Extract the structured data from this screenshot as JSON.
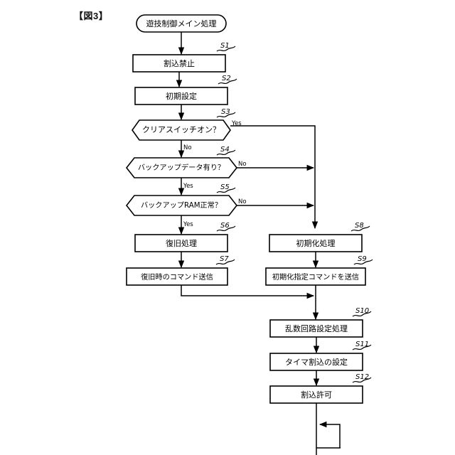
{
  "figure": {
    "title": "【図3】"
  },
  "diagram": {
    "type": "flowchart",
    "orientation": "top-to-bottom",
    "nodes": [
      {
        "id": "start",
        "shape": "terminator",
        "label": "遊技制御メイン処理",
        "step": ""
      },
      {
        "id": "s1",
        "shape": "process",
        "label": "割込禁止",
        "step": "S1"
      },
      {
        "id": "s2",
        "shape": "process",
        "label": "初期設定",
        "step": "S2"
      },
      {
        "id": "s3",
        "shape": "decision",
        "label": "クリアスイッチオン？",
        "step": "S3"
      },
      {
        "id": "s4",
        "shape": "decision",
        "label": "バックアップデータ有り？",
        "step": "S4"
      },
      {
        "id": "s5",
        "shape": "decision",
        "label": "バックアップRAM正常？",
        "step": "S5"
      },
      {
        "id": "s6",
        "shape": "process",
        "label": "復旧処理",
        "step": "S6"
      },
      {
        "id": "s7",
        "shape": "process",
        "label": "復旧時のコマンド送信",
        "step": "S7"
      },
      {
        "id": "s8",
        "shape": "process",
        "label": "初期化処理",
        "step": "S8"
      },
      {
        "id": "s9",
        "shape": "process",
        "label": "初期化指定コマンドを送信",
        "step": "S9"
      },
      {
        "id": "s10",
        "shape": "process",
        "label": "乱数回路設定処理",
        "step": "S10"
      },
      {
        "id": "s11",
        "shape": "process",
        "label": "タイマ割込の設定",
        "step": "S11"
      },
      {
        "id": "s12",
        "shape": "process",
        "label": "割込許可",
        "step": "S12"
      }
    ],
    "branch_labels": {
      "s3_yes": "Yes",
      "s3_no": "No",
      "s4_no": "No",
      "s4_yes": "Yes",
      "s5_no": "No",
      "s5_yes": "Yes"
    },
    "edges": [
      {
        "from": "start",
        "to": "s1",
        "label": ""
      },
      {
        "from": "s1",
        "to": "s2",
        "label": ""
      },
      {
        "from": "s2",
        "to": "s3",
        "label": ""
      },
      {
        "from": "s3",
        "to": "s8",
        "label": "Yes"
      },
      {
        "from": "s3",
        "to": "s4",
        "label": "No"
      },
      {
        "from": "s4",
        "to": "s8",
        "label": "No"
      },
      {
        "from": "s4",
        "to": "s5",
        "label": "Yes"
      },
      {
        "from": "s5",
        "to": "s8",
        "label": "No"
      },
      {
        "from": "s5",
        "to": "s6",
        "label": "Yes"
      },
      {
        "from": "s6",
        "to": "s7",
        "label": ""
      },
      {
        "from": "s7",
        "to": "s10",
        "label": ""
      },
      {
        "from": "s8",
        "to": "s9",
        "label": ""
      },
      {
        "from": "s9",
        "to": "s10",
        "label": ""
      },
      {
        "from": "s10",
        "to": "s11",
        "label": ""
      },
      {
        "from": "s11",
        "to": "s12",
        "label": ""
      },
      {
        "from": "s12",
        "to": "loop",
        "label": ""
      }
    ],
    "loop": {
      "description": "infinite-loop-back"
    }
  },
  "colors": {
    "stroke": "#000000",
    "fill": "#ffffff",
    "background": "#ffffff",
    "text": "#000000"
  }
}
